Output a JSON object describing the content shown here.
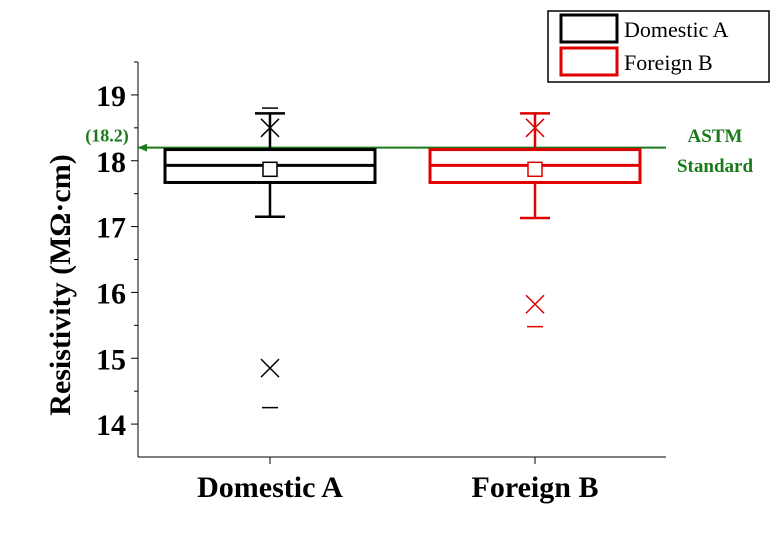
{
  "chart_data": {
    "type": "box",
    "title": "",
    "xlabel": "",
    "ylabel": "Resistivity (MΩ·cm)",
    "ylim": [
      13.5,
      19.5
    ],
    "yticks": [
      "14",
      "15",
      "16",
      "17",
      "18",
      "19"
    ],
    "categories": [
      "Domestic A",
      "Foreign B"
    ],
    "series": [
      {
        "name": "Domestic A",
        "color": "#000000",
        "q1": 17.67,
        "median": 17.93,
        "q3": 18.17,
        "mean": 17.87,
        "whisker_low": 17.15,
        "whisker_high": 18.72,
        "outlier_x": [
          18.5,
          14.85
        ],
        "extremes": [
          18.8,
          14.25
        ]
      },
      {
        "name": "Foreign B",
        "color": "#e00000",
        "q1": 17.67,
        "median": 17.93,
        "q3": 18.17,
        "mean": 17.87,
        "whisker_low": 17.13,
        "whisker_high": 18.72,
        "outlier_x": [
          18.5,
          15.82
        ],
        "extremes": [
          15.48
        ]
      }
    ],
    "reference_line": {
      "value": 18.2,
      "value_label": "(18.2)",
      "label_line1": "ASTM",
      "label_line2": "Standard",
      "color": "#1a7a1a"
    },
    "legend": {
      "position": "top-right"
    }
  }
}
